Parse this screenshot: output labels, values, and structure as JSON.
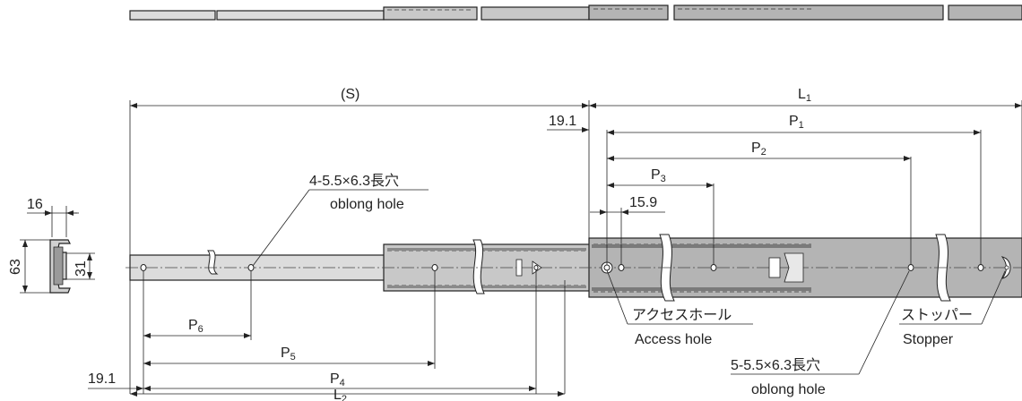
{
  "dimensions": {
    "S": "(S)",
    "L1_main": "L",
    "L1_sub": "1",
    "L2_main": "L",
    "L2_sub": "2",
    "P1_main": "P",
    "P1_sub": "1",
    "P2_main": "P",
    "P2_sub": "2",
    "P3_main": "P",
    "P3_sub": "3",
    "P4_main": "P",
    "P4_sub": "4",
    "P5_main": "P",
    "P5_sub": "5",
    "P6_main": "P",
    "P6_sub": "6",
    "offset_top": "19.1",
    "offset_bottom": "19.1",
    "access_offset": "15.9",
    "section_width": "16",
    "section_height": "63",
    "section_inner": "31"
  },
  "labels": {
    "front_holes_jp": "4-5.5×6.3長穴",
    "front_holes_en": "oblong hole",
    "rear_holes_jp": "5-5.5×6.3長穴",
    "rear_holes_en": "oblong hole",
    "access_hole_jp": "アクセスホール",
    "access_hole_en": "Access hole",
    "stopper_jp": "ストッパー",
    "stopper_en": "Stopper"
  }
}
